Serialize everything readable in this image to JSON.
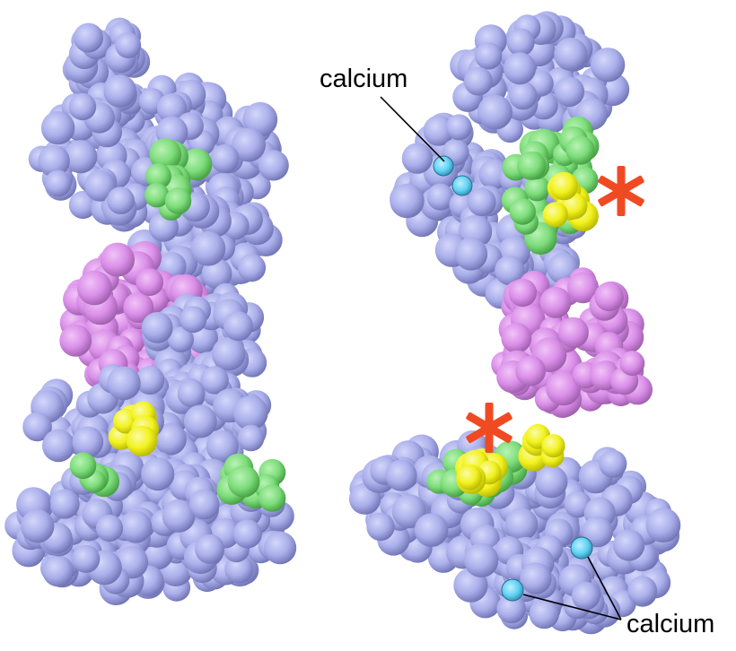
{
  "labels": {
    "calcium_top": "calcium",
    "calcium_bottom": "calcium"
  },
  "colors": {
    "background": "#ffffff",
    "protein_body": "#a9aeea",
    "protein_light": "#c8cbf5",
    "protein_shadow": "#6b6fb0",
    "linker_helix": "#d98ee8",
    "hydrophobic_patch": "#7ddc7a",
    "methionine_sulfur": "#f2f21e",
    "calcium_ion": "#5fd2f4",
    "asterisk_marker": "#f04a23",
    "leader_line": "#000000"
  },
  "structures": [
    {
      "name": "calmodulin-extended"
    },
    {
      "name": "calmodulin-bound"
    }
  ],
  "markers": [
    {
      "name": "asterisk-upper-site",
      "glyph": "*"
    },
    {
      "name": "asterisk-lower-site",
      "glyph": "*"
    }
  ]
}
